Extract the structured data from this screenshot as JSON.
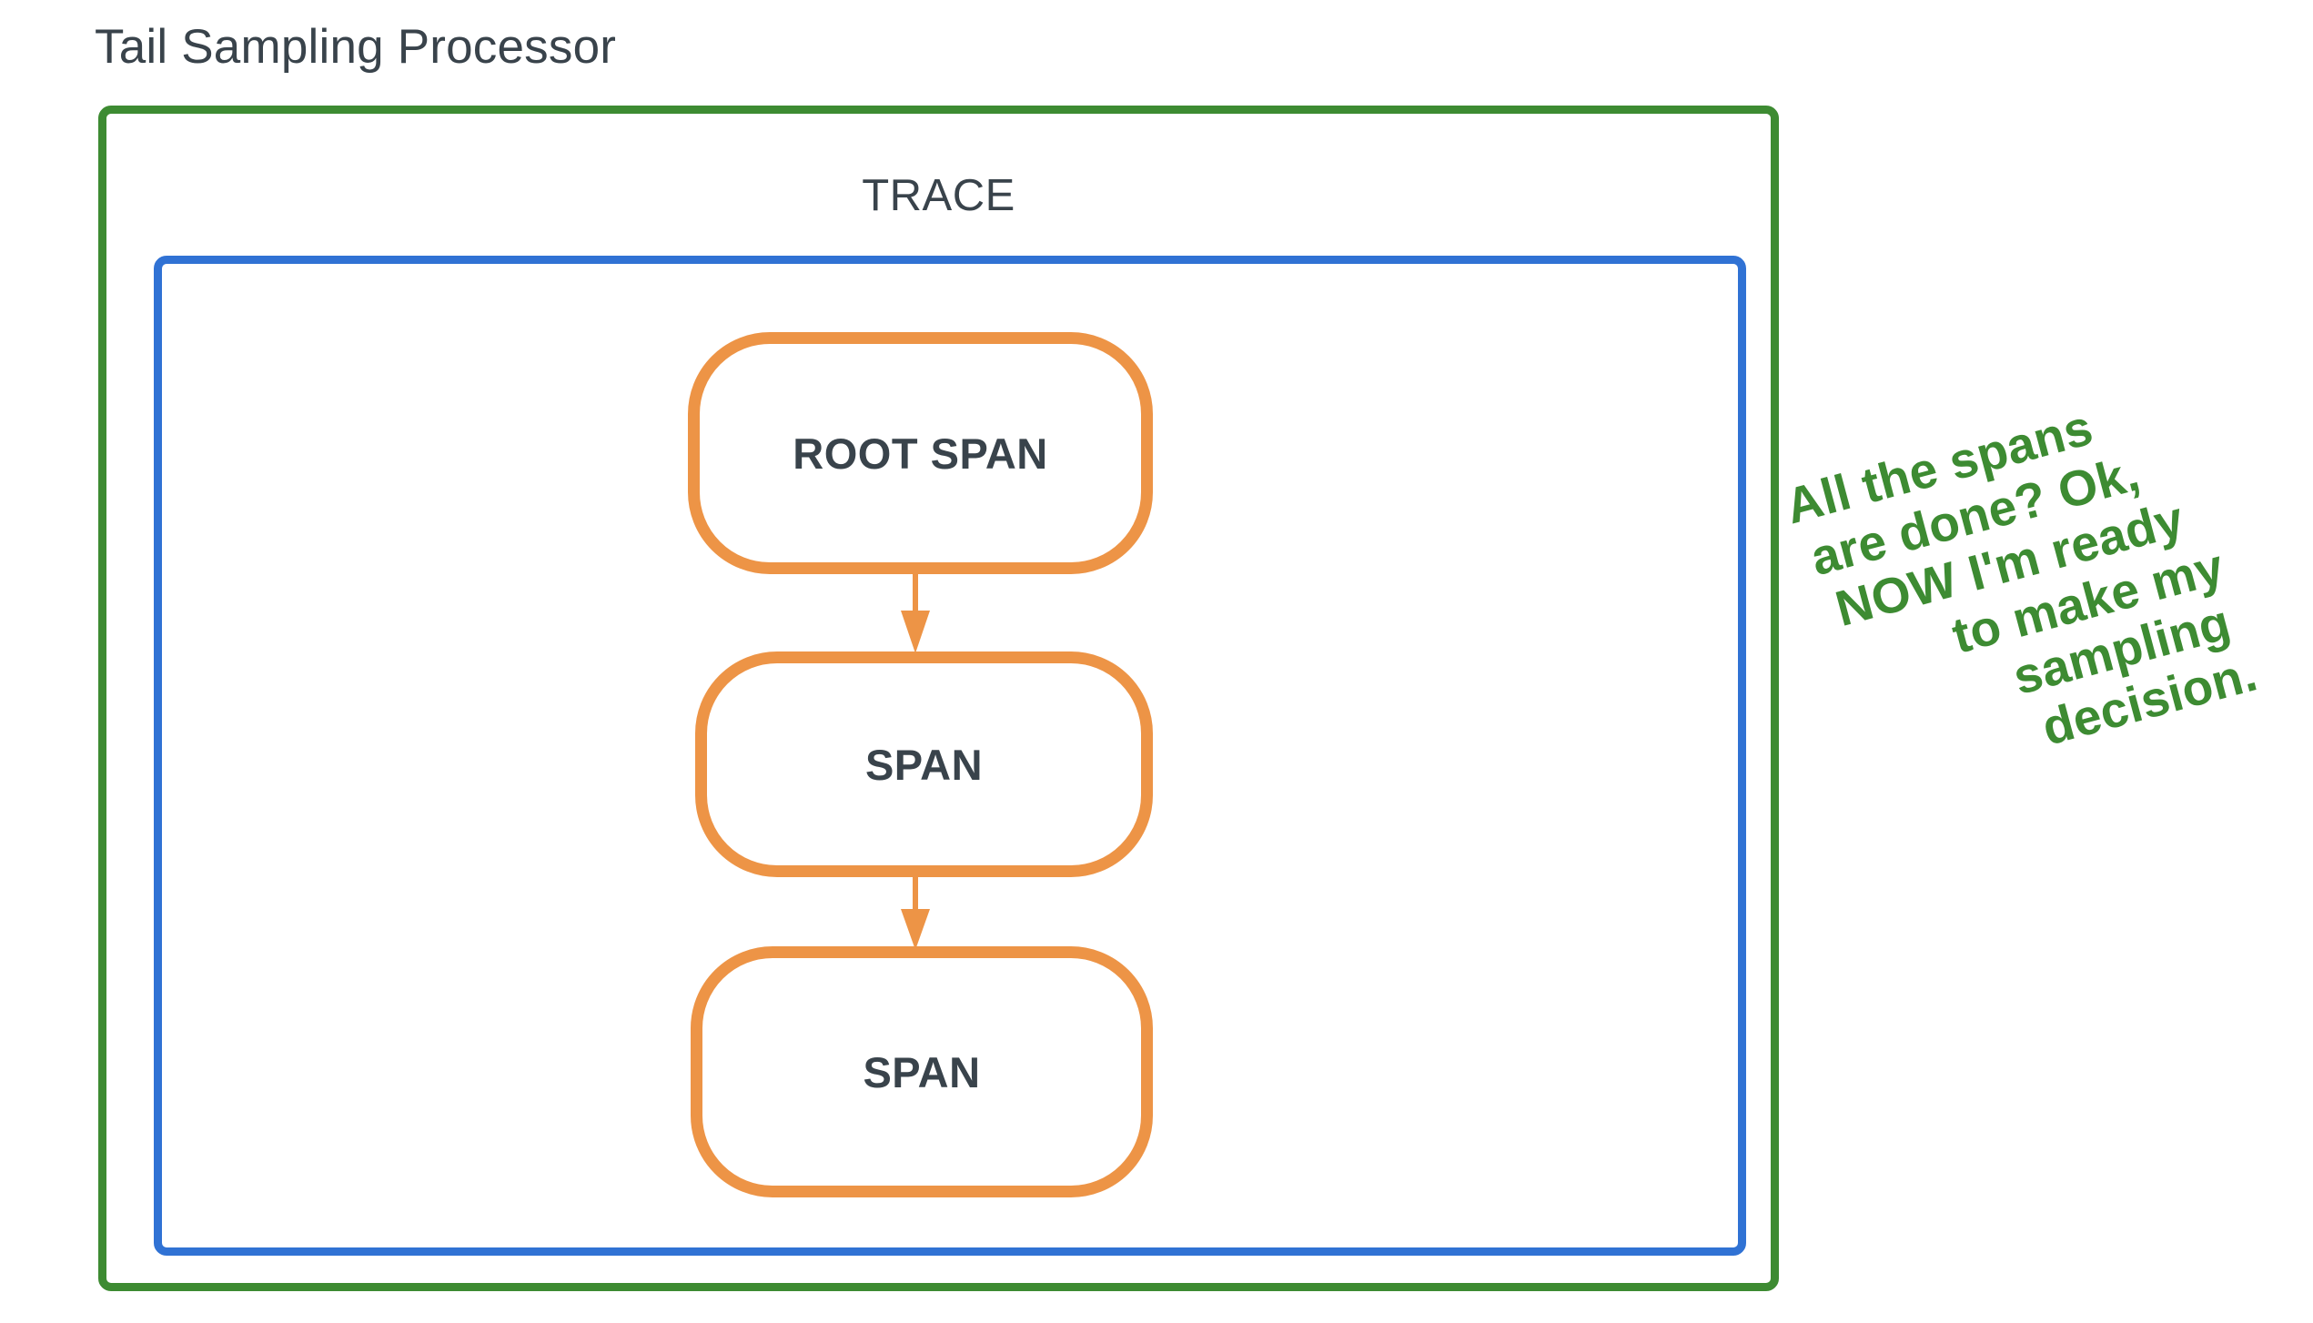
{
  "diagram": {
    "title": "Tail Sampling Processor",
    "trace_label": "TRACE",
    "spans": [
      {
        "label": "ROOT SPAN"
      },
      {
        "label": "SPAN"
      },
      {
        "label": "SPAN"
      }
    ],
    "annotation": {
      "full_text": "All the spans are done? Ok, NOW I'm ready to make my sampling decision.",
      "lines": [
        "All the spans",
        "are done? Ok,",
        "NOW I'm ready",
        "to make my",
        "sampling",
        "decision."
      ]
    },
    "colors": {
      "processor_border": "#3d8b32",
      "trace_border": "#3072d4",
      "span_border": "#ed9446",
      "text": "#39434b",
      "annotation_text": "#3d8b32",
      "background": "#ffffff"
    }
  }
}
